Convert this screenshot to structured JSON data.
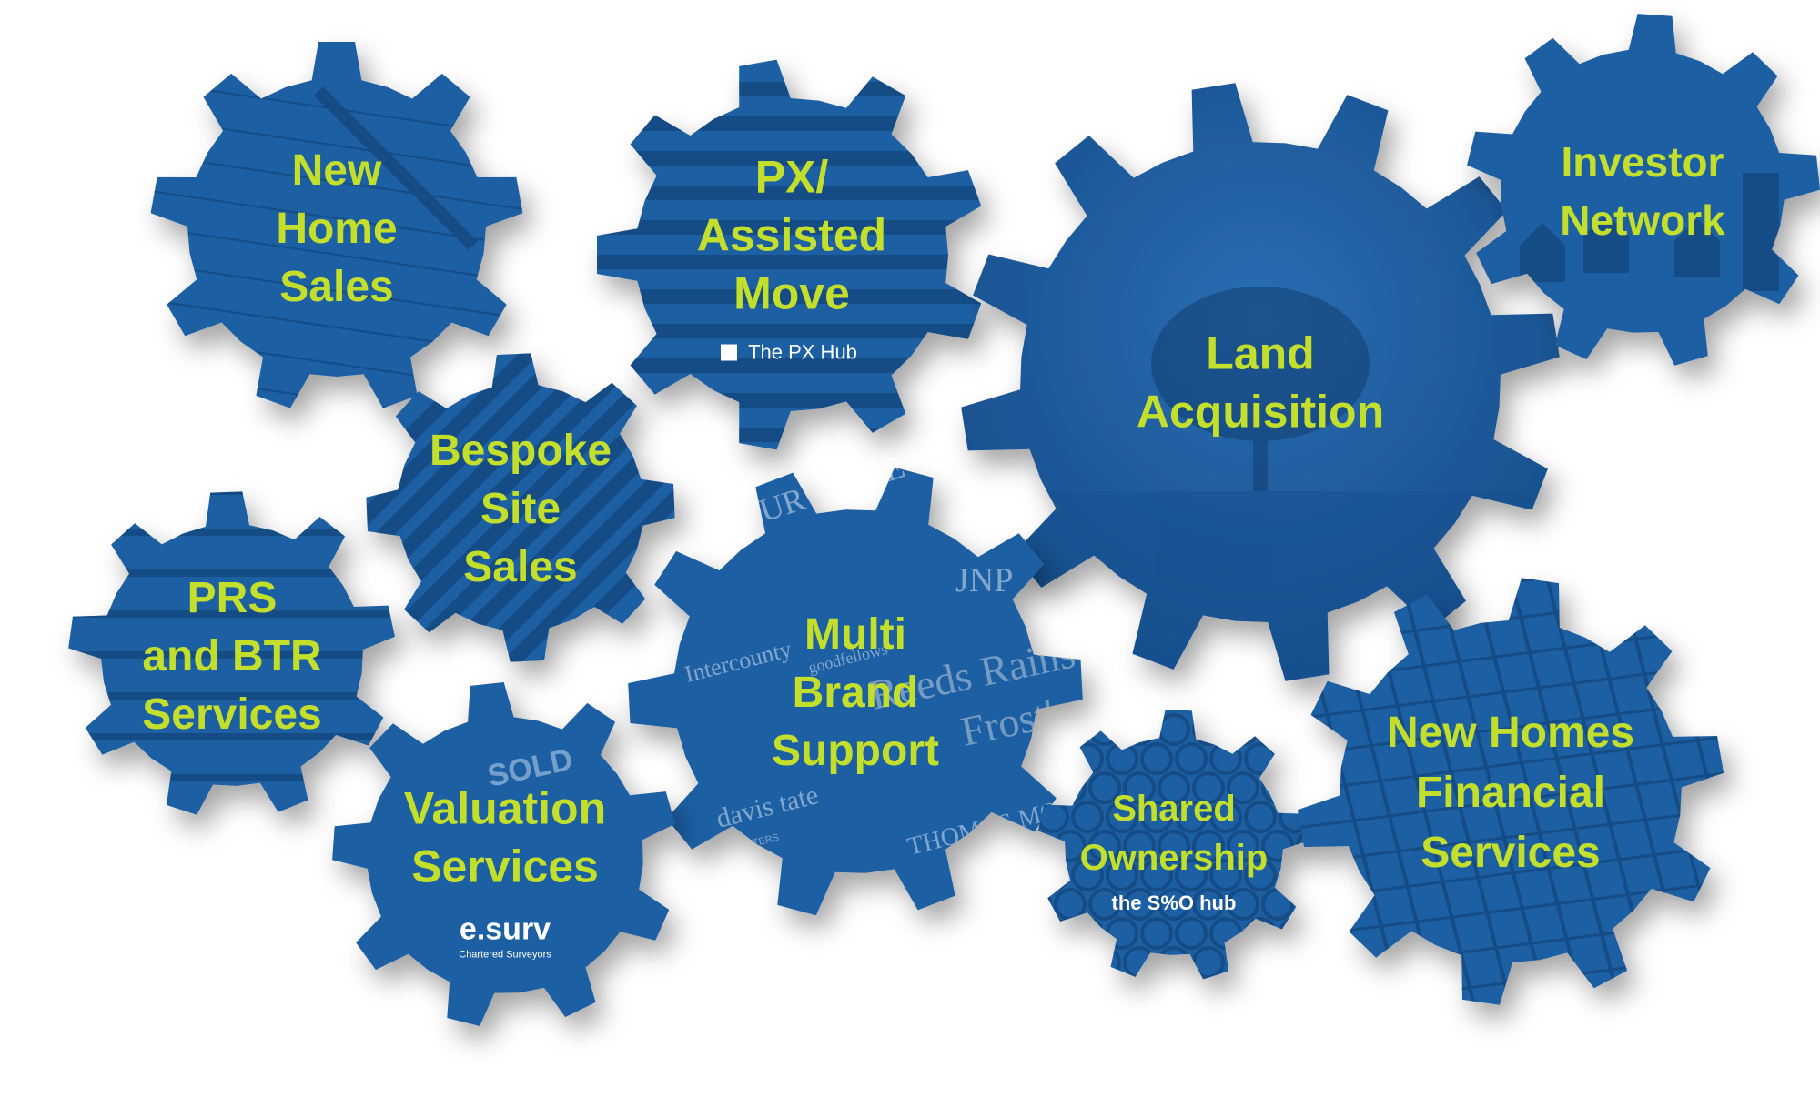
{
  "colors": {
    "gear_fill": "#1c5ea3",
    "gear_dark": "#154f8f",
    "label": "#c3df2b",
    "logo": "#ffffff",
    "shadow": "#000000"
  },
  "gears": [
    {
      "id": "new-home-sales",
      "lines": [
        "New",
        "Home",
        "Sales"
      ],
      "logo": ""
    },
    {
      "id": "px-assisted-move",
      "lines": [
        "PX/",
        "Assisted",
        "Move"
      ],
      "logo": "The PX Hub"
    },
    {
      "id": "land-acquisition",
      "lines": [
        "Land",
        "Acquisition"
      ],
      "logo": ""
    },
    {
      "id": "investor-network",
      "lines": [
        "Investor",
        "Network"
      ],
      "logo": ""
    },
    {
      "id": "bespoke-site-sales",
      "lines": [
        "Bespoke",
        "Site",
        "Sales"
      ],
      "logo": ""
    },
    {
      "id": "prs-btr-services",
      "lines": [
        "PRS",
        "and BTR",
        "Services"
      ],
      "logo": ""
    },
    {
      "id": "multi-brand-support",
      "lines": [
        "Multi",
        "Brand",
        "Support"
      ],
      "logo": ""
    },
    {
      "id": "valuation-services",
      "lines": [
        "Valuation",
        "Services"
      ],
      "logo": "e.surv",
      "logo_sub": "Chartered Surveyors"
    },
    {
      "id": "shared-ownership",
      "lines": [
        "Shared",
        "Ownership"
      ],
      "logo": "the S%O hub"
    },
    {
      "id": "new-homes-financial-services",
      "lines": [
        "New Homes",
        "Financial",
        "Services"
      ],
      "logo": ""
    }
  ],
  "brands": [
    "YOUR MOVE",
    "JNP",
    "Intercounty",
    "goodfellows",
    "Reeds Rains",
    "Frost's",
    "davis tate",
    "THOMAS MORRIS"
  ],
  "decor": {
    "sold_sign": "SOLD",
    "davis_tate_tagline": "ALL PROPERTY MATTERS"
  }
}
